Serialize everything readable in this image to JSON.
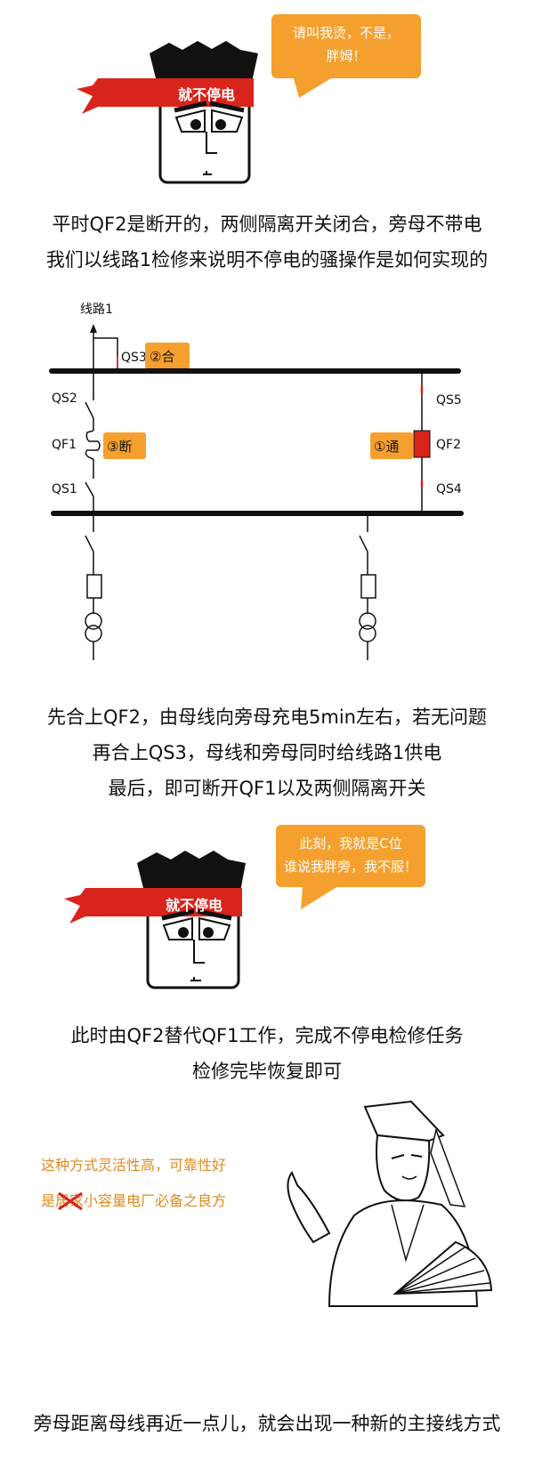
{
  "panel1": {
    "speech": [
      "请叫我烫，不是，",
      "胖姆！"
    ],
    "band_text": "就不停电",
    "lines": [
      "平时QF2是断开的，两侧隔离开关闭合，旁母不带电",
      "我们以线路1检修来说明不停电的骚操作是如何实现的"
    ]
  },
  "diagram": {
    "line_label": "线路1",
    "labels": {
      "qs3": "QS3",
      "qs2": "QS2",
      "qf1": "QF1",
      "qs1": "QS1",
      "qs5": "QS5",
      "qf2": "QF2",
      "qs4": "QS4"
    },
    "tags": {
      "close": "②合",
      "open": "③断",
      "connect": "①通"
    },
    "colors": {
      "tag": "#f5a02e",
      "qf2": "#d9241c",
      "bus": "#111111"
    }
  },
  "panel2": {
    "lines": [
      "先合上QF2，由母线向旁母充电5min左右，若无问题",
      "再合上QS3，母线和旁母同时给线路1供电",
      "最后，即可断开QF1以及两侧隔离开关"
    ]
  },
  "panel3": {
    "speech": [
      "此刻，我就是C位",
      "谁说我胖旁，我不服！"
    ],
    "band_text": "就不停电",
    "lines": [
      "此时由QF2替代QF1工作，完成不停电检修任务",
      "检修完毕恢复即可"
    ]
  },
  "panel4": {
    "line1": "这种方式灵活性高，可靠性好",
    "line2_pre": "是",
    "line2_struck": "居家",
    "line2_post": "小容量电厂必备之良方",
    "footer": "旁母距离母线再近一点儿，就会出现一种新的主接线方式"
  }
}
